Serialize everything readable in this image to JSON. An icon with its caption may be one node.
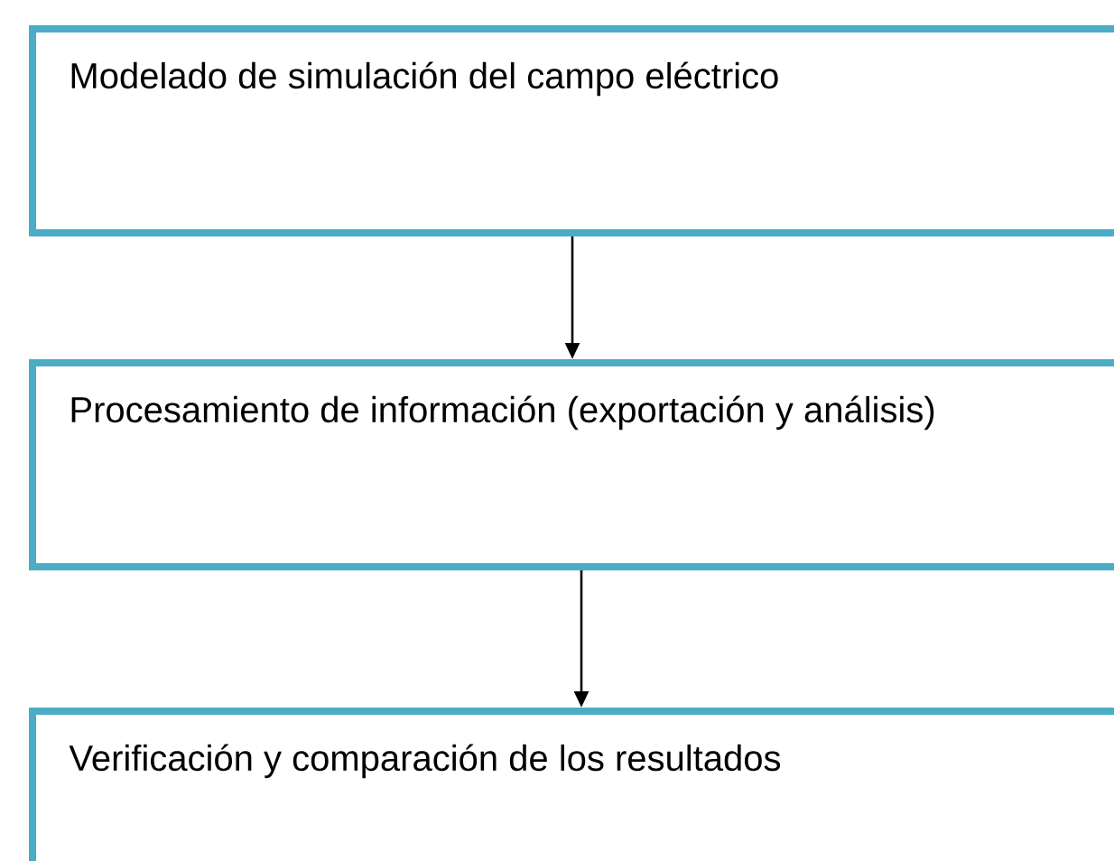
{
  "diagram": {
    "nodes": [
      {
        "text": [
          "Modelado de simulación del campo eléctrico"
        ]
      },
      {
        "text": [
          "Procesamiento de información (exportación y análisis)"
        ]
      },
      {
        "text": [
          "Verificación y comparación de los resultados"
        ]
      }
    ],
    "edges": [
      {
        "from": 0,
        "to": 1,
        "arrow": "to"
      },
      {
        "from": 1,
        "to": 2,
        "arrow": "to"
      }
    ]
  }
}
